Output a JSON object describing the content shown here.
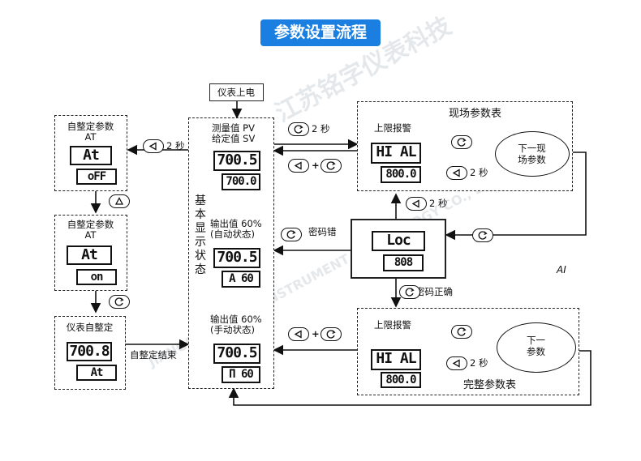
{
  "title": "参数设置流程",
  "power_on": "仪表上电",
  "self_tune_off": {
    "label": "自整定参数",
    "label2": "AT",
    "lcd_top": "At",
    "lcd_bottom": "oFF"
  },
  "self_tune_on": {
    "label": "自整定参数",
    "label2": "AT",
    "lcd_top": "At",
    "lcd_bottom": "on"
  },
  "auto_tuning": {
    "label": "仪表自整定",
    "lcd_top": "700.8",
    "lcd_bottom": "At",
    "end_label": "自整定结束"
  },
  "basic_display": {
    "side_label": "基本显示状态",
    "pv_label": "测量值 PV",
    "sv_label": "给定值 SV",
    "lcd1_top": "700.5",
    "lcd1_bottom": "700.0",
    "auto_label1": "输出值 60%",
    "auto_label2": "(自动状态)",
    "lcd2_top": "700.5",
    "lcd2_bottom": "A 60",
    "manual_label1": "输出值 60%",
    "manual_label2": "(手动状态)",
    "lcd3_top": "700.5",
    "lcd3_bottom": "Π 60"
  },
  "field_table": {
    "title": "现场参数表",
    "alarm_label": "上限报警",
    "lcd_top": "HI AL",
    "lcd_bottom": "800.0",
    "next_label1": "下一现",
    "next_label2": "场参数"
  },
  "full_table": {
    "title": "完整参数表",
    "alarm_label": "上限报警",
    "lcd_top": "HI AL",
    "lcd_bottom": "800.0",
    "next_label1": "下一",
    "next_label2": "参数"
  },
  "password": {
    "lcd_top": "Loc",
    "lcd_bottom": "808",
    "wrong_label": "密码错",
    "right_label": "密码正确"
  },
  "key_labels": {
    "two_sec": "2 秒",
    "plus": "+"
  },
  "stray_text": "AI",
  "watermarks": [
    "江苏铭字仪表科技",
    "JIANGSU MINGYU INSTRUMENT TECHNOLOGY CO., LTD."
  ],
  "icons": {
    "set_key": "left-triangle-key-icon",
    "cycle_key": "cycle-key-icon",
    "up_key": "up-triangle-key-icon"
  }
}
